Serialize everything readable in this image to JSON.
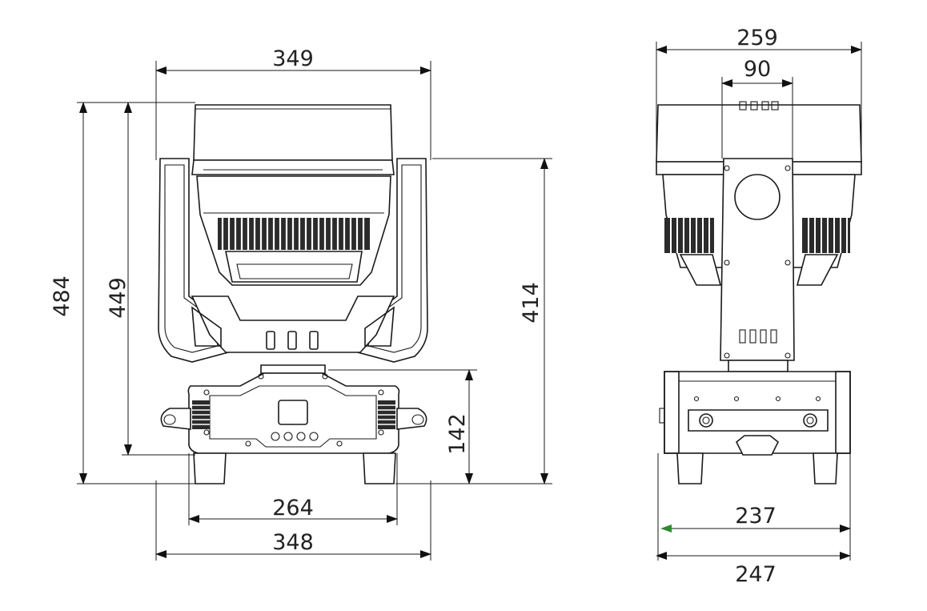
{
  "front_view": {
    "dimensions": {
      "top_width": "349",
      "total_height": "484",
      "head_height": "449",
      "arm_height": "414",
      "base_height": "142",
      "base_foot_width": "264",
      "base_width": "348"
    }
  },
  "side_view": {
    "dimensions": {
      "head_width": "259",
      "yoke_width": "90",
      "base_inner_width": "237",
      "base_width": "247"
    }
  },
  "colors": {
    "line": "#1a1a1a",
    "marker_accent": "#2e8b2e"
  }
}
